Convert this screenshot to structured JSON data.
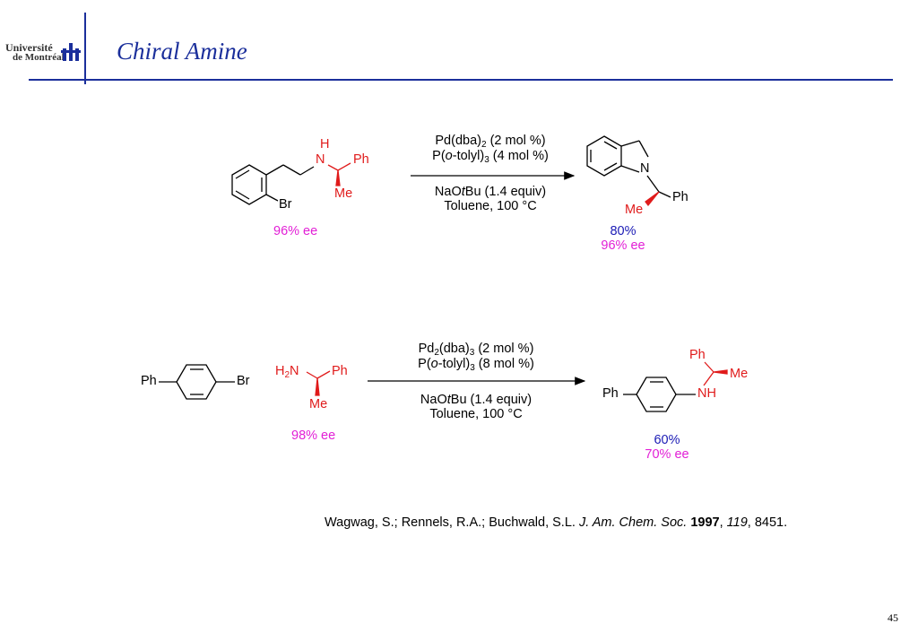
{
  "header": {
    "logo_line1": "Université",
    "logo_line2": "de Montréal",
    "title": "Chiral Amine"
  },
  "reaction1": {
    "amine_h": "H",
    "amine_n": "N",
    "amine_ph": "Ph",
    "amine_me": "Me",
    "br": "Br",
    "sm_ee": "96% ee",
    "cond_line1_pre": "Pd(dba)",
    "cond_line1_sub": "2",
    "cond_line1_post": " (2 mol %)",
    "cond_line2_pre": "P(",
    "cond_line2_ital": "o",
    "cond_line2_mid": "-tolyl)",
    "cond_line2_sub": "3",
    "cond_line2_post": " (4 mol %)",
    "cond_line3_pre": "NaO",
    "cond_line3_ital": "t",
    "cond_line3_post": "Bu (1.4 equiv)",
    "cond_line4": "Toluene, 100 °C",
    "prod_n": "N",
    "prod_ph": "Ph",
    "prod_me": "Me",
    "yield": "80%",
    "prod_ee": "96% ee"
  },
  "reaction2": {
    "aryl_ph": "Ph",
    "aryl_br": "Br",
    "amine_h2n_pre": "H",
    "amine_h2n_sub": "2",
    "amine_h2n_post": "N",
    "amine_ph": "Ph",
    "amine_me": "Me",
    "sm_ee": "98% ee",
    "cond_line1_pre": "Pd",
    "cond_line1_sub1": "2",
    "cond_line1_mid": "(dba)",
    "cond_line1_sub2": "3",
    "cond_line1_post": " (2 mol %)",
    "cond_line2_pre": "P(",
    "cond_line2_ital": "o",
    "cond_line2_mid": "-tolyl)",
    "cond_line2_sub": "3",
    "cond_line2_post": " (8 mol %)",
    "cond_line3_pre": "NaO",
    "cond_line3_ital": "t",
    "cond_line3_post": "Bu (1.4 equiv)",
    "cond_line4": "Toluene, 100 °C",
    "prod_ph_left": "Ph",
    "prod_nh": "NH",
    "prod_ph_top": "Ph",
    "prod_me": "Me",
    "yield": "60%",
    "prod_ee": "70% ee"
  },
  "reference": {
    "authors": "Wagwag, S.; Rennels, R.A.; Buchwald, S.L. ",
    "journal": "J. Am. Chem. Soc.",
    "year": "1997",
    "sep1": ", ",
    "volume": "119",
    "pages": ", 8451."
  },
  "page_number": "45",
  "colors": {
    "title_blue": "#1b2f9b",
    "chiral_red": "#e01b1b",
    "ee_magenta": "#e21fd6",
    "yield_blue": "#1a1ab5"
  }
}
